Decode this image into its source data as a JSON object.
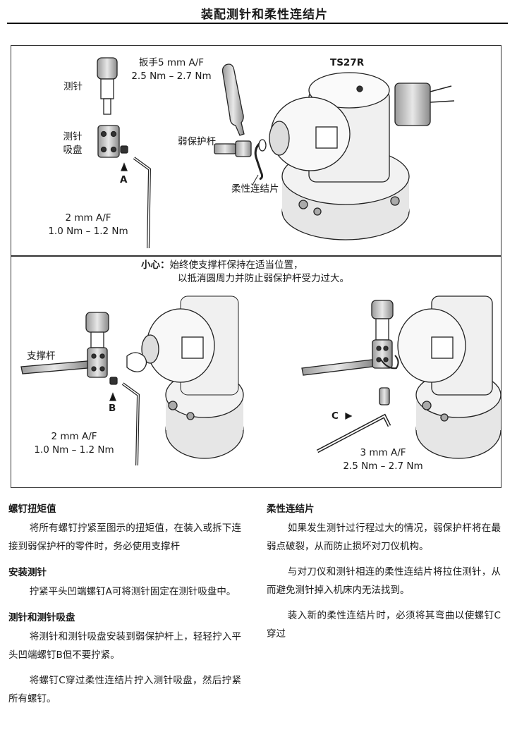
{
  "title": "装配测针和柔性连结片",
  "top_figure": {
    "model": "TS27R",
    "stylus": "测针",
    "holder_l1": "测针",
    "holder_l2": "吸盘",
    "wrench5_l1": "扳手5 mm A/F",
    "wrench5_l2": "2.5 Nm – 2.7 Nm",
    "weak_link": "弱保护杆",
    "flex_link": "柔性连结片",
    "screw_a": "A",
    "wrench2_l1": "2 mm A/F",
    "wrench2_l2": "1.0 Nm – 1.2 Nm"
  },
  "caution": {
    "label": "小心：",
    "line1": "始终使支撑杆保持在适当位置，",
    "line2": "以抵消圆周力并防止弱保护杆受力过大。"
  },
  "left_figure": {
    "support_bar": "支撑杆",
    "screw_b": "B",
    "wrench_l1": "2 mm A/F",
    "wrench_l2": "1.0 Nm – 1.2 Nm"
  },
  "right_figure": {
    "screw_c": "C",
    "wrench_l1": "3 mm A/F",
    "wrench_l2": "2.5 Nm – 2.7 Nm"
  },
  "sections_left": [
    {
      "heading": "螺钉扭矩值",
      "paragraphs": [
        "将所有螺钉拧紧至图示的扭矩值，在装入或拆下连接到弱保护杆的零件时，务必使用支撑杆"
      ]
    },
    {
      "heading": "安装测针",
      "paragraphs": [
        "拧紧平头凹端螺钉A可将测针固定在测针吸盘中。"
      ]
    },
    {
      "heading": "测针和测针吸盘",
      "paragraphs": [
        "将测针和测针吸盘安装到弱保护杆上，轻轻拧入平头凹端螺钉B但不要拧紧。",
        "将螺钉C穿过柔性连结片拧入测针吸盘，然后拧紧所有螺钉。"
      ]
    }
  ],
  "sections_right": [
    {
      "heading": "柔性连结片",
      "paragraphs": [
        "如果发生测针过行程过大的情况，弱保护杆将在最弱点破裂，从而防止损坏对刀仪机构。",
        "与对刀仪和测针相连的柔性连结片将拉住测针，从而避免测针掉入机床内无法找到。",
        "装入新的柔性连结片时，必须将其弯曲以使螺钉C穿过"
      ]
    }
  ]
}
